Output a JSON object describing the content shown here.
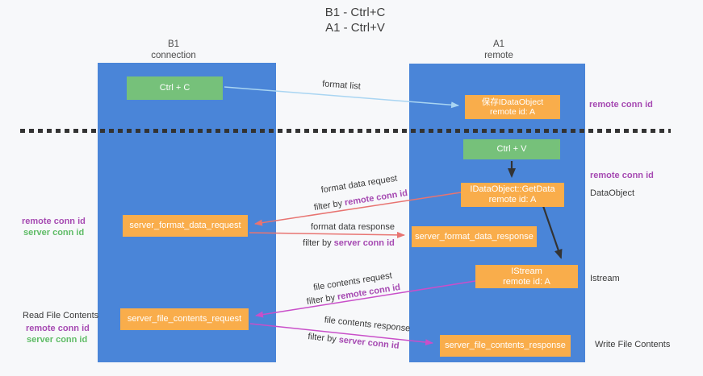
{
  "title": {
    "line1": "B1 - Ctrl+C",
    "line2": "A1 - Ctrl+V"
  },
  "columns": {
    "left": {
      "name": "B1",
      "role": "connection"
    },
    "right": {
      "name": "A1",
      "role": "remote"
    }
  },
  "nodes": {
    "ctrl_c": "Ctrl + C",
    "save_idataobject": {
      "line1": "保存IDataObject",
      "line2": "remote id: A"
    },
    "ctrl_v": "Ctrl + V",
    "getdata": {
      "line1": "IDataObject::GetData",
      "line2": "remote id: A"
    },
    "format_request": "server_format_data_request",
    "format_response": "server_format_data_response",
    "istream": {
      "line1": "IStream",
      "line2": "remote id: A"
    },
    "file_request": "server_file_contents_request",
    "file_response": "server_file_contents_response"
  },
  "arrow_labels": {
    "format_list": "format list",
    "format_data_request": "format data request",
    "format_data_response": "format data response",
    "file_contents_request": "file contents request",
    "file_contents_response": "file contents response",
    "filter_by": "filter by ",
    "remote_conn_id": "remote conn id",
    "server_conn_id": "server conn id"
  },
  "side_labels": {
    "left": {
      "remote_conn_id": "remote conn id",
      "server_conn_id": "server conn id",
      "read_file_contents": "Read File Contents"
    },
    "right": {
      "remote_conn_id": "remote conn id",
      "dataobject": "DataObject",
      "istream": "Istream",
      "write_file_contents": "Write File Contents"
    }
  },
  "colors": {
    "bg": "#f7f8fa",
    "blue": "#4a85d8",
    "green_box": "#76c17a",
    "orange_box": "#f9ad4b",
    "arrow_blue": "#a9d5f2",
    "arrow_red": "#e87471",
    "arrow_magenta": "#c94fc9",
    "ink": "#333333",
    "purple_text": "#a64ab2",
    "green_text": "#5fbc66"
  }
}
